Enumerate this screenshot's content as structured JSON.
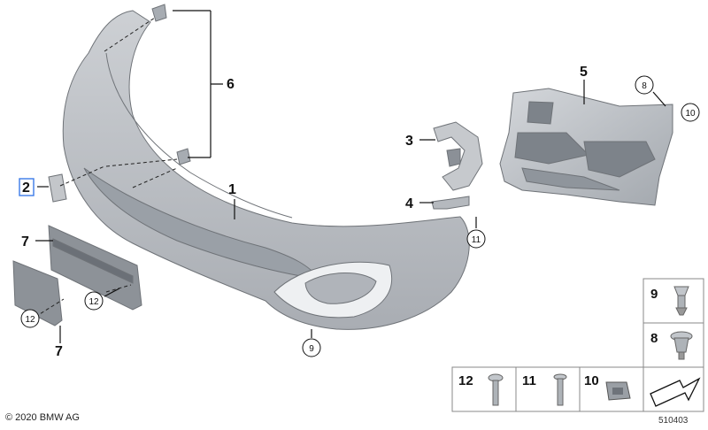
{
  "callouts": {
    "c1": "1",
    "c2": "2",
    "c3": "3",
    "c4": "4",
    "c5": "5",
    "c6": "6",
    "c7a": "7",
    "c7b": "7",
    "c8": "8",
    "c9": "9",
    "c10": "10",
    "c11": "11",
    "c12a": "12",
    "c12b": "12"
  },
  "legend": {
    "l9": "9",
    "l8": "8",
    "l12": "12",
    "l11": "11",
    "l10": "10"
  },
  "copyright": "© 2020 BMW AG",
  "diagram_id": "510403",
  "colors": {
    "part_fill": "#bfc3c8",
    "part_shade": "#9ea3a9",
    "highlight": "#3b7be8"
  }
}
